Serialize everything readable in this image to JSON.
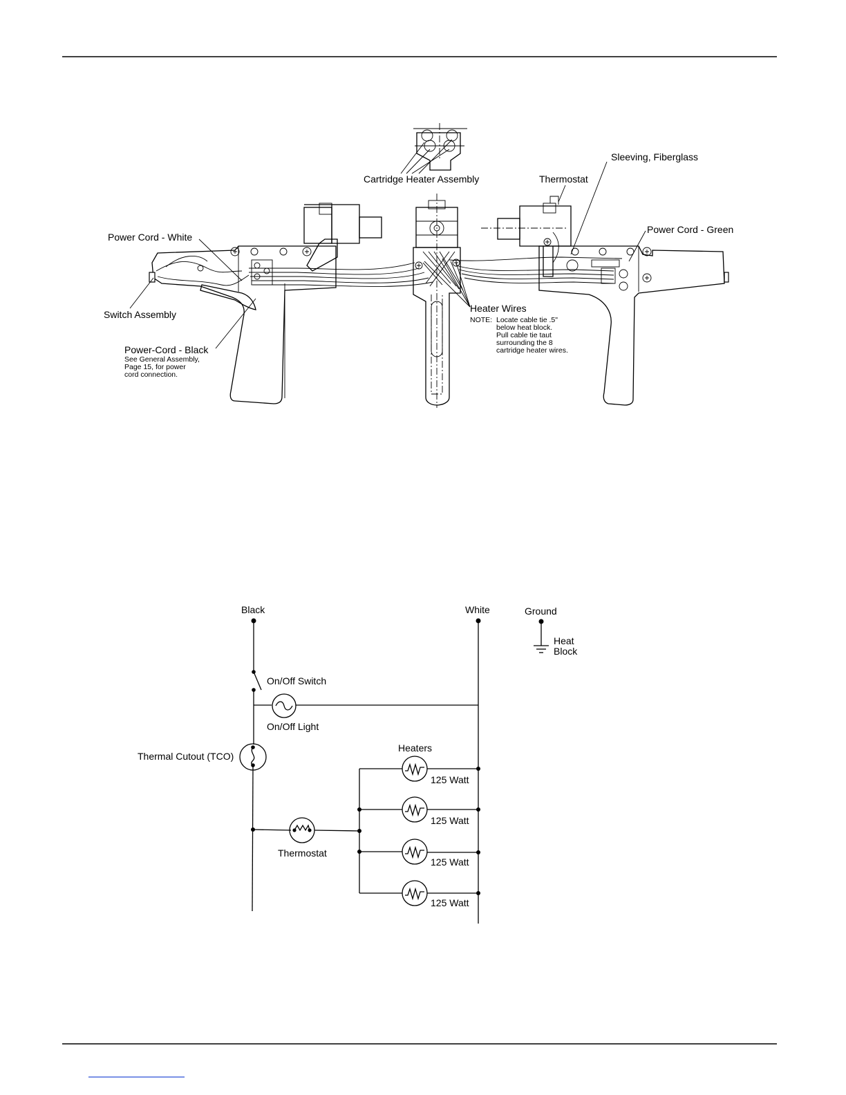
{
  "assembly": {
    "cartridge_heater_assembly": "Cartridge Heater Assembly",
    "sleeving_fiberglass": "Sleeving, Fiberglass",
    "thermostat": "Thermostat",
    "power_cord_white": "Power Cord - White",
    "power_cord_green": "Power Cord - Green",
    "switch_assembly": "Switch Assembly",
    "power_cord_black": "Power-Cord - Black",
    "power_cord_black_note": [
      "See General Assembly,",
      "Page 15, for power",
      "cord connection."
    ],
    "heater_wires": "Heater Wires",
    "note_prefix": "NOTE:",
    "note_lines": [
      "Locate cable tie .5\"",
      "below heat block.",
      "Pull cable tie taut",
      "surrounding the 8",
      "cartridge heater wires."
    ]
  },
  "schematic": {
    "black": "Black",
    "white": "White",
    "ground": "Ground",
    "heat_block": [
      "Heat",
      "Block"
    ],
    "on_off_switch": "On/Off Switch",
    "on_off_light": "On/Off Light",
    "thermal_cutout": "Thermal Cutout (TCO)",
    "thermostat": "Thermostat",
    "heaters": "Heaters",
    "heater_ratings": [
      "125 Watt",
      "125 Watt",
      "125 Watt",
      "125 Watt"
    ]
  }
}
